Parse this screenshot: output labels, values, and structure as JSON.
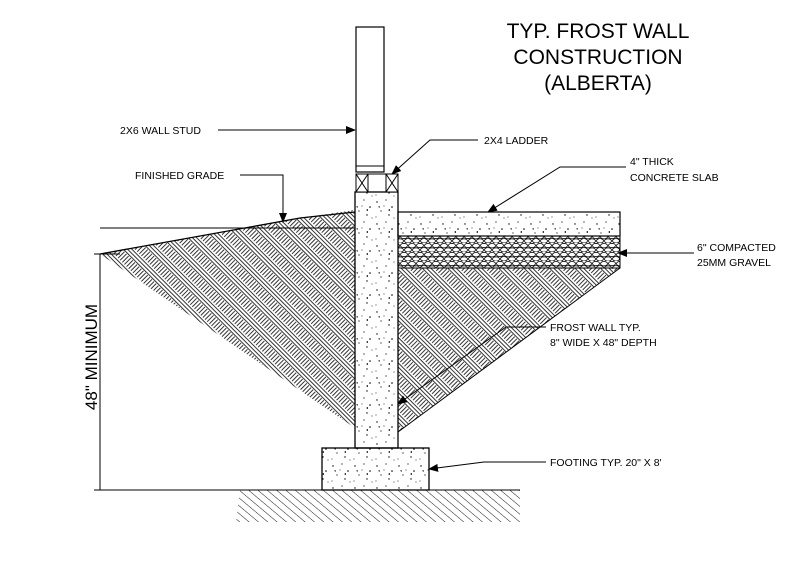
{
  "title": {
    "line1": "TYP. FROST WALL",
    "line2": "CONSTRUCTION",
    "line3": "(ALBERTA)"
  },
  "labels": {
    "wall_stud": "2X6 WALL STUD",
    "ladder": "2X4 LADDER",
    "finished_grade": "FINISHED GRADE",
    "slab_line1": "4\" THICK",
    "slab_line2": "CONCRETE SLAB",
    "gravel_line1": "6\" COMPACTED",
    "gravel_line2": "25MM GRAVEL",
    "frost_wall_line1": "FROST WALL TYP.",
    "frost_wall_line2": "8\" WIDE X 48\" DEPTH",
    "footing": "FOOTING TYP. 20\" X 8'"
  },
  "dimension": {
    "text": "48\" MINIMUM"
  }
}
